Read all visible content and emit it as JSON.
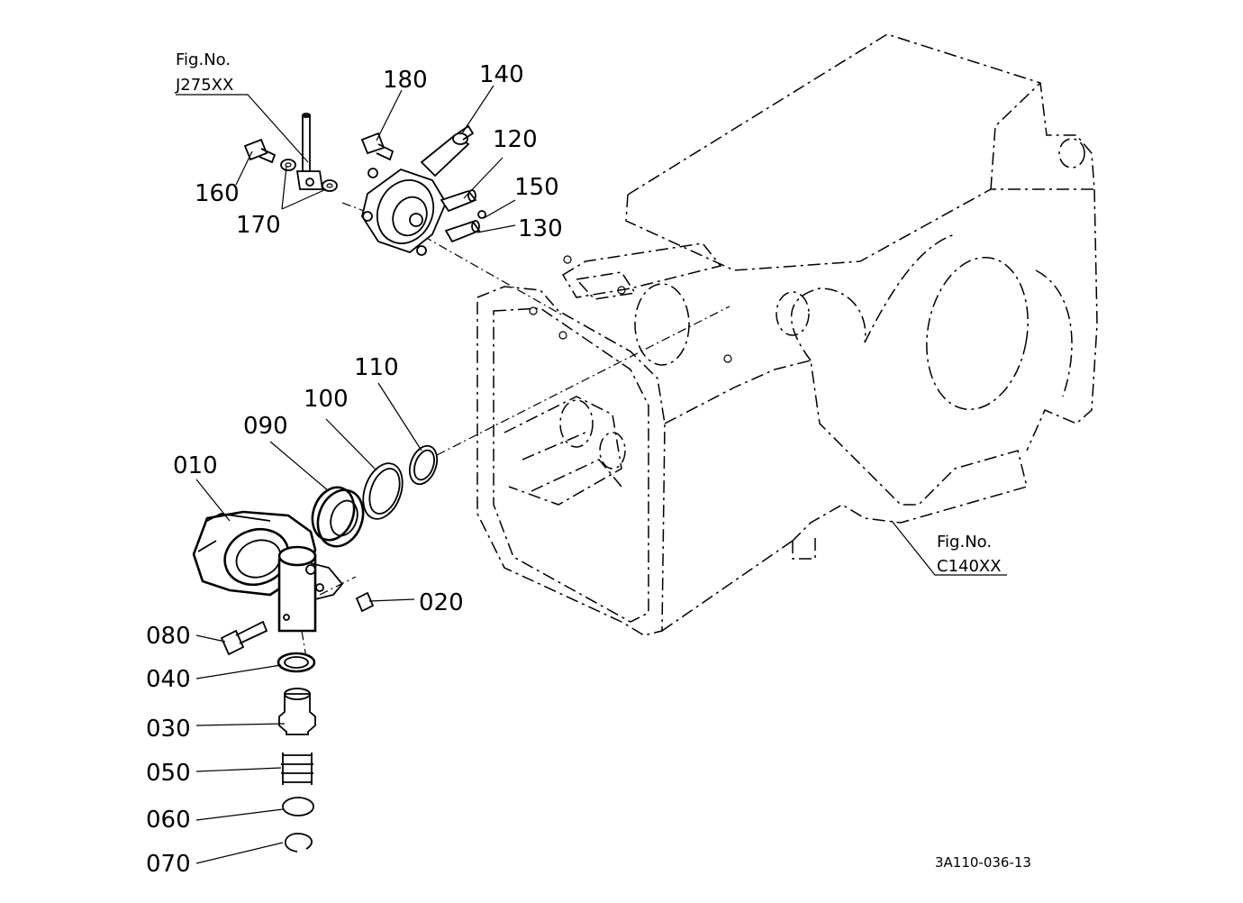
{
  "figure_refs": {
    "top": {
      "line1": "Fig.No.",
      "line2": "J275XX"
    },
    "right": {
      "line1": "Fig.No.",
      "line2": "C140XX"
    }
  },
  "parts": {
    "p010": "010",
    "p020": "020",
    "p030": "030",
    "p040": "040",
    "p050": "050",
    "p060": "060",
    "p070": "070",
    "p080": "080",
    "p090": "090",
    "p100": "100",
    "p110": "110",
    "p120": "120",
    "p130": "130",
    "p140": "140",
    "p150": "150",
    "p160": "160",
    "p170": "170",
    "p180": "180"
  },
  "drawing_code": "3A110-036-13"
}
